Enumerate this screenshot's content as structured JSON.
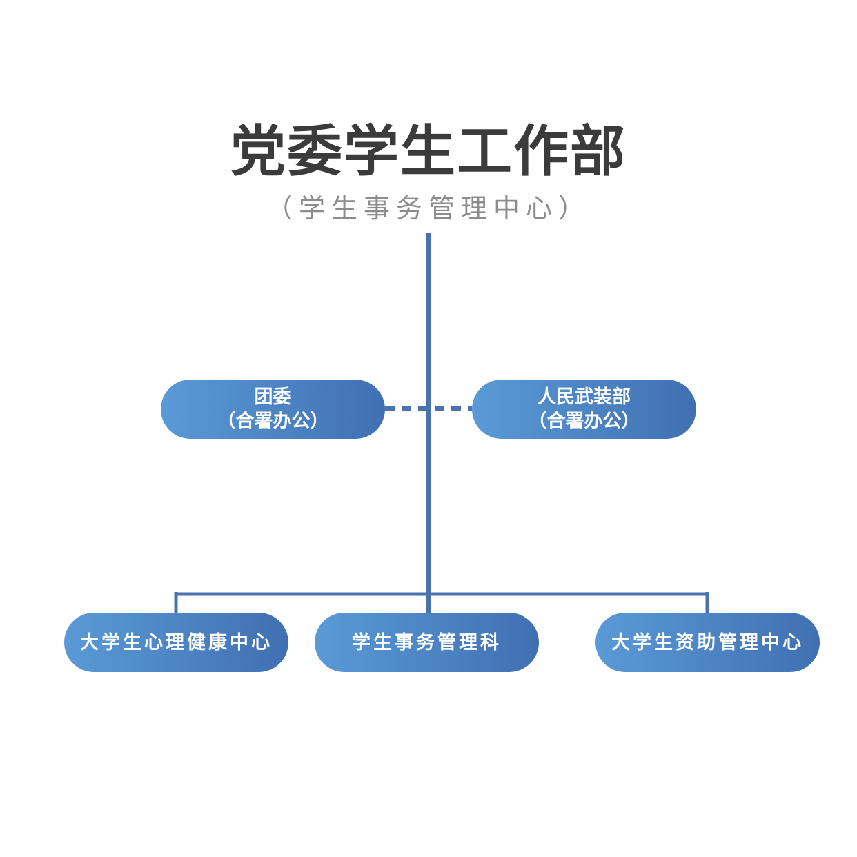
{
  "org": {
    "title": "党委学生工作部",
    "subtitle": "（学生事务管理中心）"
  },
  "associated": [
    {
      "name": "团委",
      "note": "（合署办公）"
    },
    {
      "name": "人民武装部",
      "note": "（合署办公）"
    }
  ],
  "departments": [
    {
      "name": "大学生心理健康中心"
    },
    {
      "name": "学生事务管理科"
    },
    {
      "name": "大学生资助管理中心"
    }
  ],
  "colors": {
    "line": "#4a72b0",
    "node_start": "#5a9ad6",
    "node_end": "#4070b2",
    "title": "#3b3b3b",
    "subtitle": "#8c8c8c"
  }
}
